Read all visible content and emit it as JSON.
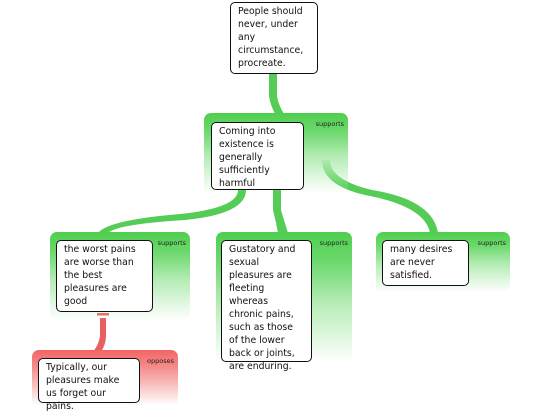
{
  "claim": {
    "text": "People should never, under any circumstance, procreate."
  },
  "premise": {
    "text": "Coming into existence is generally sufficiently harmful",
    "relation": "supports"
  },
  "reasons": [
    {
      "text": "the worst pains are worse than the best pleasures are good",
      "relation": "supports"
    },
    {
      "text": "Gustatory and sexual pleasures are fleeting whereas chronic pains, such as those of the lower back or joints, are enduring.",
      "relation": "supports"
    },
    {
      "text": "many desires are never satisfied.",
      "relation": "supports"
    }
  ],
  "objection": {
    "text": "Typically, our pleasures make us forget our pains.",
    "relation": "opposes"
  },
  "colors": {
    "supports": "#4fce4f",
    "opposes": "#f26565",
    "connector_support": "#55cc55",
    "connector_oppose": "#e86060"
  }
}
